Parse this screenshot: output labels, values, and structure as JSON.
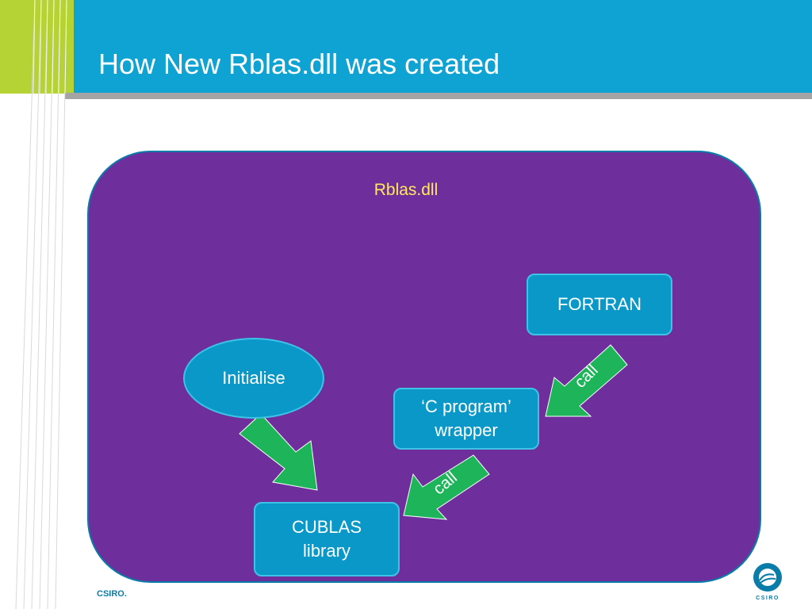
{
  "slide": {
    "title": "How New Rblas.dll was created",
    "footer": "CSIRO.",
    "logo_text": "CSIRO"
  },
  "diagram": {
    "container_label": "Rblas.dll",
    "nodes": {
      "fortran": "FORTRAN",
      "initialise": "Initialise",
      "c_wrapper_line1": "‘C program’",
      "c_wrapper_line2": "wrapper",
      "cublas_line1": "CUBLAS",
      "cublas_line2": "library"
    },
    "edges": {
      "fortran_to_wrapper": "call",
      "wrapper_to_cublas": "call"
    }
  },
  "colors": {
    "header": "#0ea3d2",
    "accent_green": "#b5d334",
    "panel": "#6e2f9c",
    "node_fill": "#0a98c9",
    "arrow": "#1db45a",
    "label_yellow": "#ffea5a"
  }
}
